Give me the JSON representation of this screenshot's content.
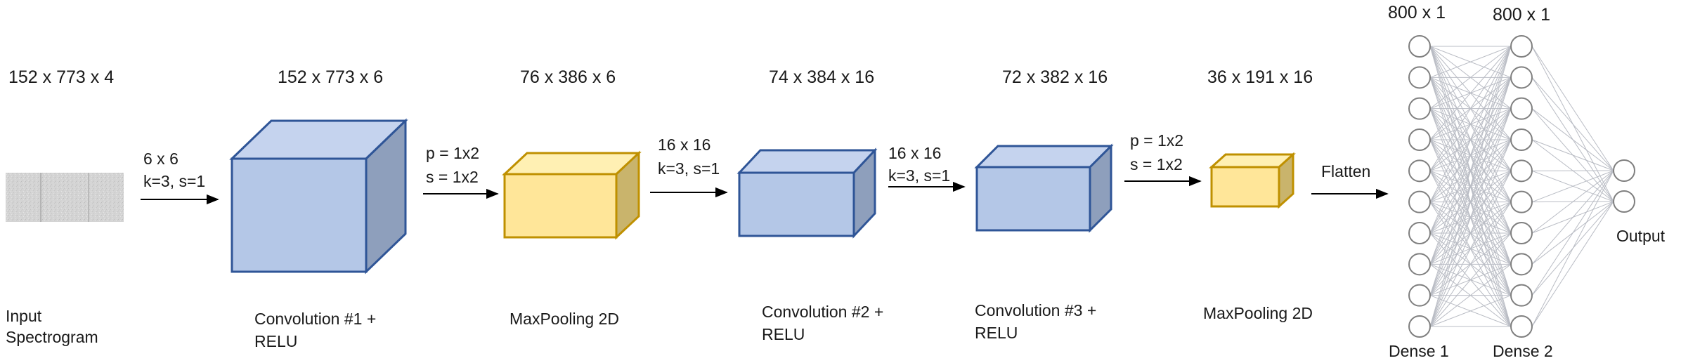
{
  "diagram": {
    "input": {
      "dims": "152 x 773 x 4",
      "label_lines": [
        "Input",
        "Spectrogram"
      ]
    },
    "layers": [
      {
        "id": "conv1",
        "kind": "conv",
        "dims": "152 x 773 x 6",
        "label_lines": [
          "Convolution #1  +",
          "RELU"
        ]
      },
      {
        "id": "pool1",
        "kind": "pool",
        "dims": "76 x 386 x 6",
        "label_lines": [
          "MaxPooling 2D"
        ]
      },
      {
        "id": "conv2",
        "kind": "conv",
        "dims": "74 x 384 x 16",
        "label_lines": [
          "Convolution #2 +",
          "RELU"
        ]
      },
      {
        "id": "conv3",
        "kind": "conv",
        "dims": "72 x 382 x 16",
        "label_lines": [
          "Convolution #3 +",
          "RELU"
        ]
      },
      {
        "id": "pool2",
        "kind": "pool",
        "dims": "36 x 191 x 16",
        "label_lines": [
          "MaxPooling 2D"
        ]
      }
    ],
    "transitions": [
      [
        "6 x 6",
        "k=3, s=1"
      ],
      [
        "p = 1x2",
        "s = 1x2"
      ],
      [
        "16 x 16",
        "k=3, s=1"
      ],
      [
        "16 x 16",
        "k=3, s=1"
      ],
      [
        "p = 1x2",
        "s = 1x2"
      ],
      [
        "Flatten"
      ]
    ],
    "dense": [
      {
        "dims": "800 x 1",
        "label": "Dense 1",
        "nodes": 10
      },
      {
        "dims": "800 x 1",
        "label": "Dense 2",
        "nodes": 10
      }
    ],
    "output": {
      "label": "Output",
      "nodes": 2
    },
    "colors": {
      "conv_front": "#b4c7e7",
      "conv_top": "#c5d3ee",
      "conv_side": "#8e9fbc",
      "conv_stroke": "#2f5597",
      "pool_front": "#ffe699",
      "pool_top": "#fff0b3",
      "pool_side": "#c9b46c",
      "pool_stroke": "#bf9000",
      "node_stroke": "#7f7f7f",
      "connection": "#b9bcc4"
    }
  }
}
